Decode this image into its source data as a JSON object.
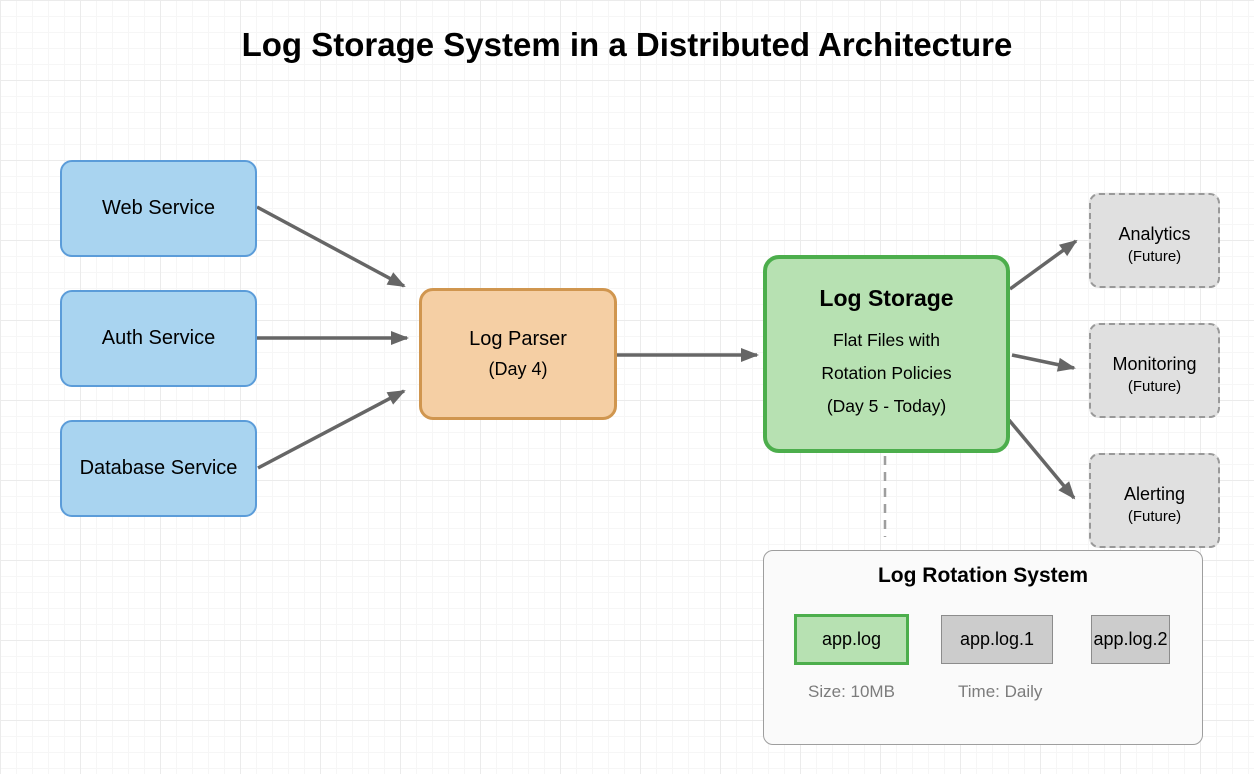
{
  "title": "Log Storage System in a Distributed Architecture",
  "services": [
    {
      "label": "Web Service"
    },
    {
      "label": "Auth Service"
    },
    {
      "label": "Database Service"
    }
  ],
  "parser": {
    "label": "Log Parser",
    "sublabel": "(Day 4)"
  },
  "storage": {
    "label": "Log Storage",
    "line1": "Flat Files with",
    "line2": "Rotation Policies",
    "line3": "(Day 5 - Today)"
  },
  "future_nodes": [
    {
      "label": "Analytics",
      "sublabel": "(Future)"
    },
    {
      "label": "Monitoring",
      "sublabel": "(Future)"
    },
    {
      "label": "Alerting",
      "sublabel": "(Future)"
    }
  ],
  "rotation_panel": {
    "title": "Log Rotation System",
    "files": [
      {
        "name": "app.log",
        "state": "active"
      },
      {
        "name": "app.log.1",
        "state": "rotated"
      },
      {
        "name": "app.log.2",
        "state": "rotated"
      }
    ],
    "size_label": "Size: 10MB",
    "time_label": "Time: Daily"
  },
  "colors": {
    "service_fill": "#a9d4f0",
    "service_border": "#5b9cd9",
    "parser_fill": "#f5cfa4",
    "parser_border": "#d0964f",
    "storage_fill": "#b7e1b2",
    "storage_border": "#4cae4c",
    "future_fill": "#e0e0e0",
    "future_border": "#999999",
    "file_rotated_fill": "#cccccc",
    "arrow": "#666666"
  }
}
